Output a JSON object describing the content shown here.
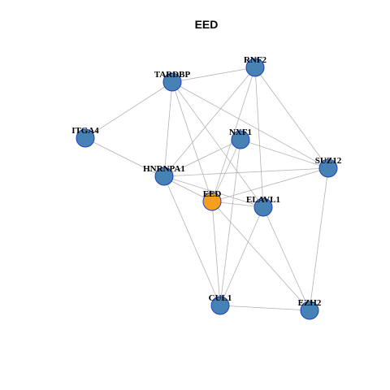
{
  "title": "EED",
  "colors": {
    "default_node": "#4682b4",
    "highlight_node": "#f5a01a",
    "node_border": "#1f3fbf",
    "edge": "#b3b3b3"
  },
  "nodes": [
    {
      "id": "RNF2",
      "label": "RNF2",
      "highlight": false
    },
    {
      "id": "TARDBP",
      "label": "TARDBP",
      "highlight": false
    },
    {
      "id": "ITGA4",
      "label": "ITGA4",
      "highlight": false
    },
    {
      "id": "NXF1",
      "label": "NXF1",
      "highlight": false
    },
    {
      "id": "SUZ12",
      "label": "SUZ12",
      "highlight": false
    },
    {
      "id": "HNRNPA1",
      "label": "HNRNPA1",
      "highlight": false
    },
    {
      "id": "EED",
      "label": "EED",
      "highlight": true
    },
    {
      "id": "ELAVL1",
      "label": "ELAVL1",
      "highlight": false
    },
    {
      "id": "CUL1",
      "label": "CUL1",
      "highlight": false
    },
    {
      "id": "EZH2",
      "label": "EZH2",
      "highlight": false
    }
  ],
  "edges": [
    [
      "TARDBP",
      "RNF2"
    ],
    [
      "TARDBP",
      "ITGA4"
    ],
    [
      "TARDBP",
      "HNRNPA1"
    ],
    [
      "TARDBP",
      "EED"
    ],
    [
      "TARDBP",
      "ELAVL1"
    ],
    [
      "TARDBP",
      "SUZ12"
    ],
    [
      "RNF2",
      "HNRNPA1"
    ],
    [
      "RNF2",
      "EED"
    ],
    [
      "RNF2",
      "ELAVL1"
    ],
    [
      "RNF2",
      "SUZ12"
    ],
    [
      "ITGA4",
      "EED"
    ],
    [
      "NXF1",
      "HNRNPA1"
    ],
    [
      "NXF1",
      "EED"
    ],
    [
      "NXF1",
      "SUZ12"
    ],
    [
      "NXF1",
      "CUL1"
    ],
    [
      "HNRNPA1",
      "ELAVL1"
    ],
    [
      "HNRNPA1",
      "SUZ12"
    ],
    [
      "HNRNPA1",
      "CUL1"
    ],
    [
      "EED",
      "ELAVL1"
    ],
    [
      "EED",
      "SUZ12"
    ],
    [
      "EED",
      "CUL1"
    ],
    [
      "EED",
      "EZH2"
    ],
    [
      "ELAVL1",
      "CUL1"
    ],
    [
      "ELAVL1",
      "EZH2"
    ],
    [
      "SUZ12",
      "EZH2"
    ],
    [
      "CUL1",
      "EZH2"
    ]
  ]
}
